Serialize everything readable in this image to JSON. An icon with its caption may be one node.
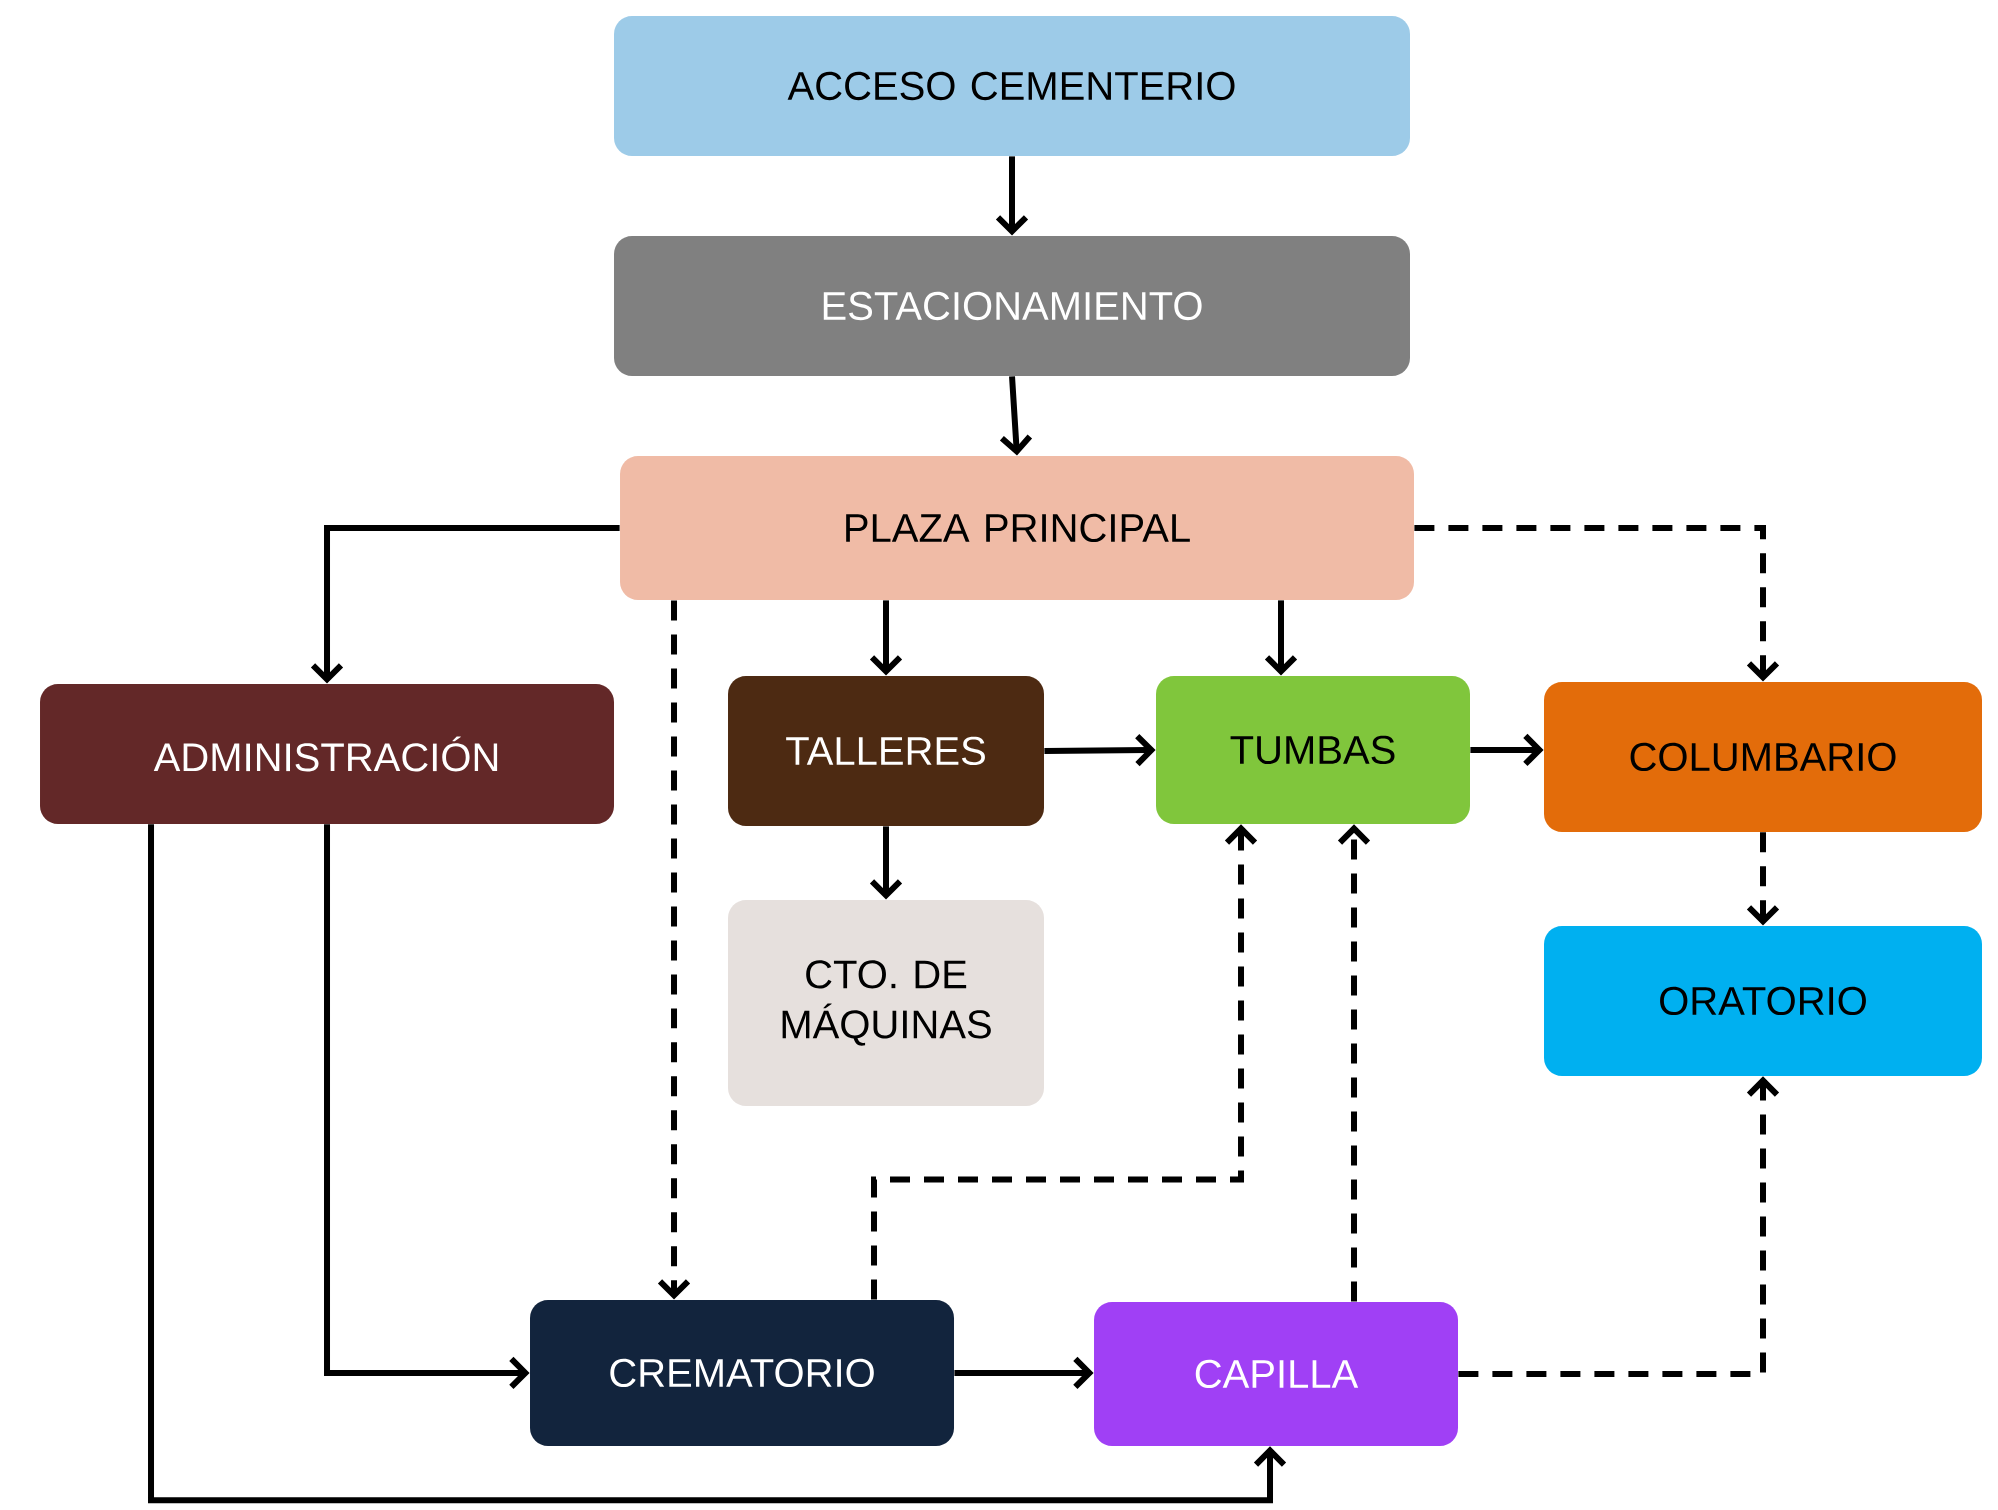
{
  "diagram": {
    "nodes": [
      {
        "text": [
          "ACCESO CEMENTERIO"
        ]
      },
      {
        "text": [
          "ESTACIONAMIENTO"
        ]
      },
      {
        "text": [
          "PLAZA PRINCIPAL"
        ]
      },
      {
        "text": [
          "ADMINISTRACIÓN"
        ]
      },
      {
        "text": [
          "TALLERES"
        ]
      },
      {
        "text": [
          "TUMBAS"
        ]
      },
      {
        "text": [
          "COLUMBARIO"
        ]
      },
      {
        "text": [
          "CTO. DE MÁQUINAS"
        ]
      },
      {
        "text": [
          "ORATORIO"
        ]
      },
      {
        "text": [
          "CREMATORIO"
        ]
      },
      {
        "text": [
          "CAPILLA"
        ]
      }
    ],
    "edges": [
      {
        "from": 0,
        "to": 1,
        "arrow": "to"
      },
      {
        "from": 1,
        "to": 2,
        "arrow": "to"
      },
      {
        "from": 2,
        "to": 3,
        "arrow": "to"
      },
      {
        "from": 2,
        "to": 4,
        "arrow": "to"
      },
      {
        "from": 2,
        "to": 5,
        "arrow": "to"
      },
      {
        "from": 2,
        "to": 6,
        "arrow": "to",
        "style": "dashed"
      },
      {
        "from": 2,
        "to": 9,
        "arrow": "to",
        "style": "dashed"
      },
      {
        "from": 4,
        "to": 7,
        "arrow": "to"
      },
      {
        "from": 4,
        "to": 5,
        "arrow": "to"
      },
      {
        "from": 5,
        "to": 6,
        "arrow": "to"
      },
      {
        "from": 6,
        "to": 8,
        "arrow": "to",
        "style": "dashed"
      },
      {
        "from": 3,
        "to": 9,
        "arrow": "to"
      },
      {
        "from": 3,
        "to": 10,
        "arrow": "to"
      },
      {
        "from": 9,
        "to": 10,
        "arrow": "to"
      },
      {
        "from": 9,
        "to": 5,
        "arrow": "to",
        "style": "dashed"
      },
      {
        "from": 10,
        "to": 5,
        "arrow": "to",
        "style": "dashed"
      },
      {
        "from": 10,
        "to": 8,
        "arrow": "to",
        "style": "dashed"
      }
    ]
  }
}
